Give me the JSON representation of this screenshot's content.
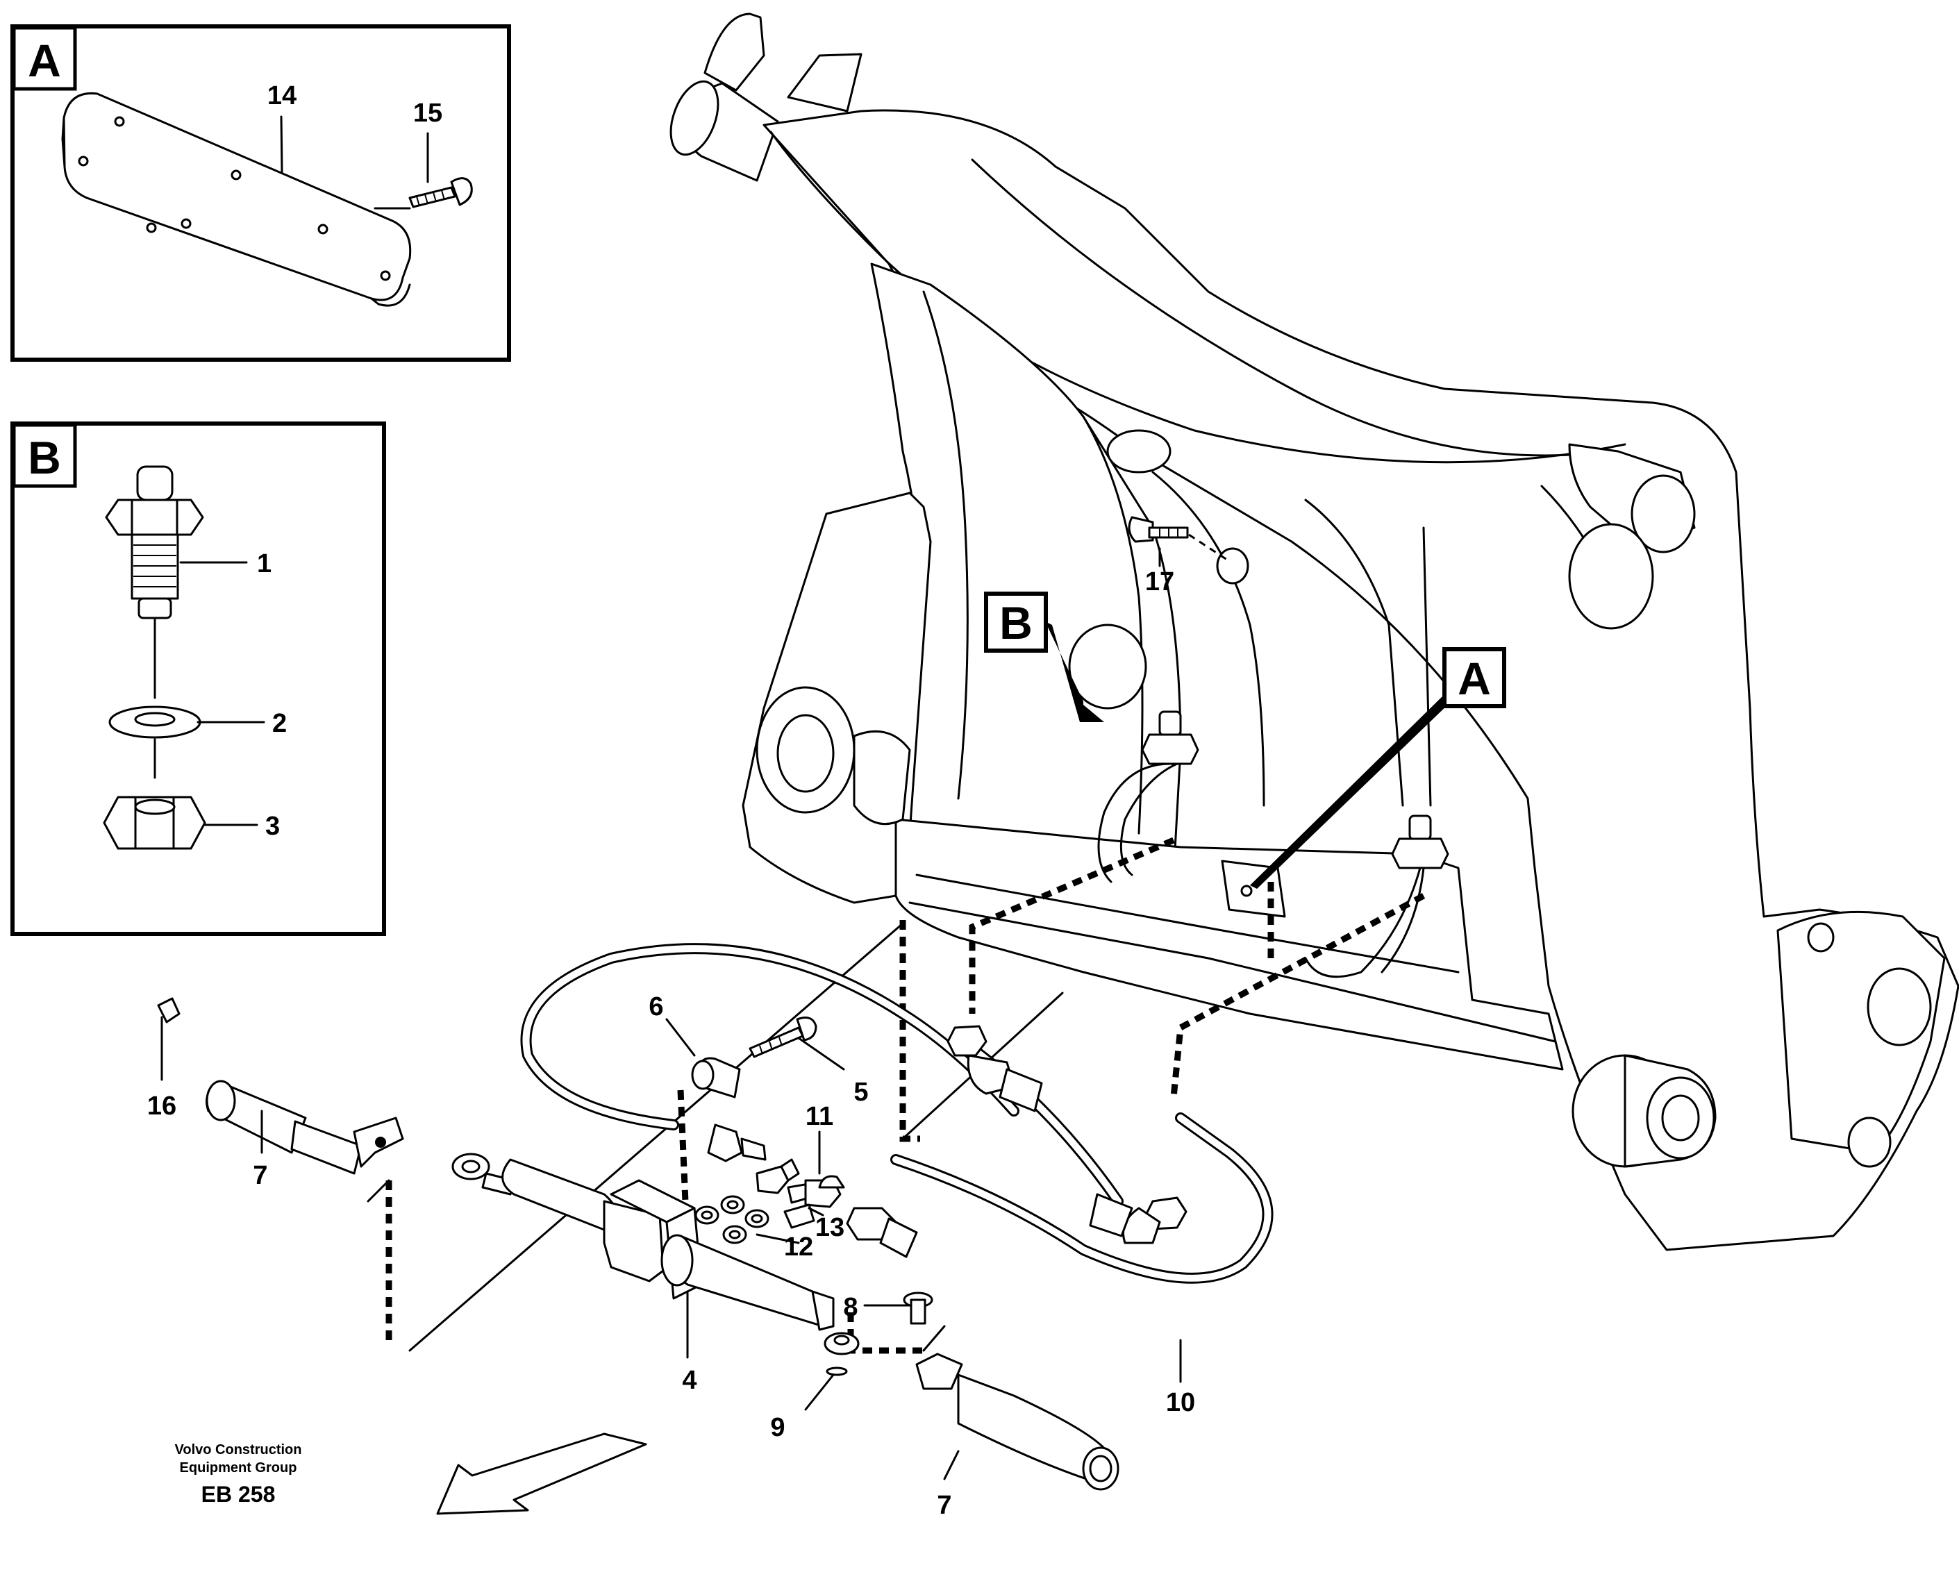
{
  "callout_boxes": {
    "detail_a": "A",
    "detail_b": "B",
    "pointer_a": "A",
    "pointer_b": "B"
  },
  "part_labels": {
    "p1": "1",
    "p2": "2",
    "p3": "3",
    "p4": "4",
    "p5": "5",
    "p6": "6",
    "p7a": "7",
    "p7b": "7",
    "p8": "8",
    "p9": "9",
    "p10": "10",
    "p11": "11",
    "p12": "12",
    "p13": "13",
    "p14": "14",
    "p15": "15",
    "p16": "16",
    "p17": "17"
  },
  "credit": {
    "line1": "Volvo Construction",
    "line2": "Equipment Group",
    "code": "EB 258"
  },
  "icons": [
    "direction-arrow-icon"
  ]
}
